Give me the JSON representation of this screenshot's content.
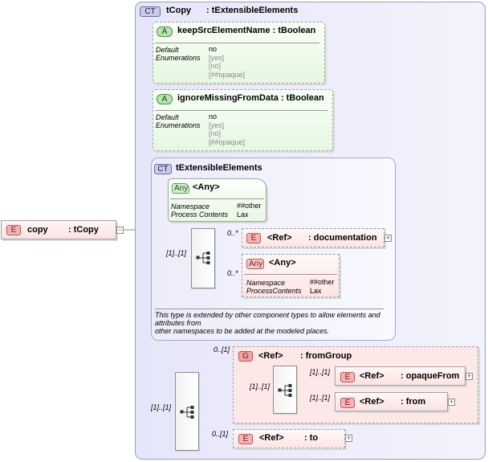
{
  "root_element": {
    "badge": "E",
    "name": "copy",
    "type": ": tCopy"
  },
  "complex_type": {
    "badge": "CT",
    "name": "tCopy",
    "base": ": tExtensibleElements",
    "attributes": [
      {
        "badge": "A",
        "title": "keepSrcElementName : tBoolean",
        "prop_labels": [
          "Default",
          "Enumerations"
        ],
        "values": [
          "no",
          "[yes]",
          "[no]",
          "[##opaque]"
        ]
      },
      {
        "badge": "A",
        "title": "ignoreMissingFromData : tBoolean",
        "prop_labels": [
          "Default",
          "Enumerations"
        ],
        "values": [
          "no",
          "[yes]",
          "[no]",
          "[##opaque]"
        ]
      }
    ],
    "extensible": {
      "badge": "CT",
      "name": "tExtensibleElements",
      "any_attr": {
        "badge": "Any",
        "title": "<Any>",
        "prop_labels": [
          "Namespace",
          "Process Contents"
        ],
        "values": [
          "##other",
          "Lax"
        ]
      },
      "seq_mult": "[1]..[1]",
      "documentation": {
        "badge": "E",
        "mult": "0..*",
        "ref": "<Ref>",
        "name": ": documentation"
      },
      "any_element": {
        "badge": "Any",
        "mult": "0..*",
        "title": "<Any>",
        "prop_labels": [
          "Namespace",
          "ProcessContents"
        ],
        "values": [
          "##other",
          "Lax"
        ]
      },
      "doc_text": [
        "This type is extended by other component types to allow elements and attributes from",
        "other namespaces to be added at the modeled places."
      ]
    },
    "main_seq_mult": "[1]..[1]",
    "from_group": {
      "badge": "G",
      "mult": "0..[1]",
      "ref": "<Ref>",
      "name": ": fromGroup",
      "seq_mult": "[1]..[1]",
      "children": [
        {
          "badge": "E",
          "mult": "[1]..[1]",
          "ref": "<Ref>",
          "name": ": opaqueFrom"
        },
        {
          "badge": "E",
          "mult": "[1]..[1]",
          "ref": "<Ref>",
          "name": ": from"
        }
      ]
    },
    "to": {
      "badge": "E",
      "mult": "0..[1]",
      "ref": "<Ref>",
      "name": ": to"
    }
  },
  "colors": {
    "ct_fill": "#e6e6fa",
    "attr_fill": "#e6f7e1",
    "element_fill": "#fde2e2",
    "badge_element": "#f7b3b3",
    "badge_attr": "#b8e2b0"
  }
}
